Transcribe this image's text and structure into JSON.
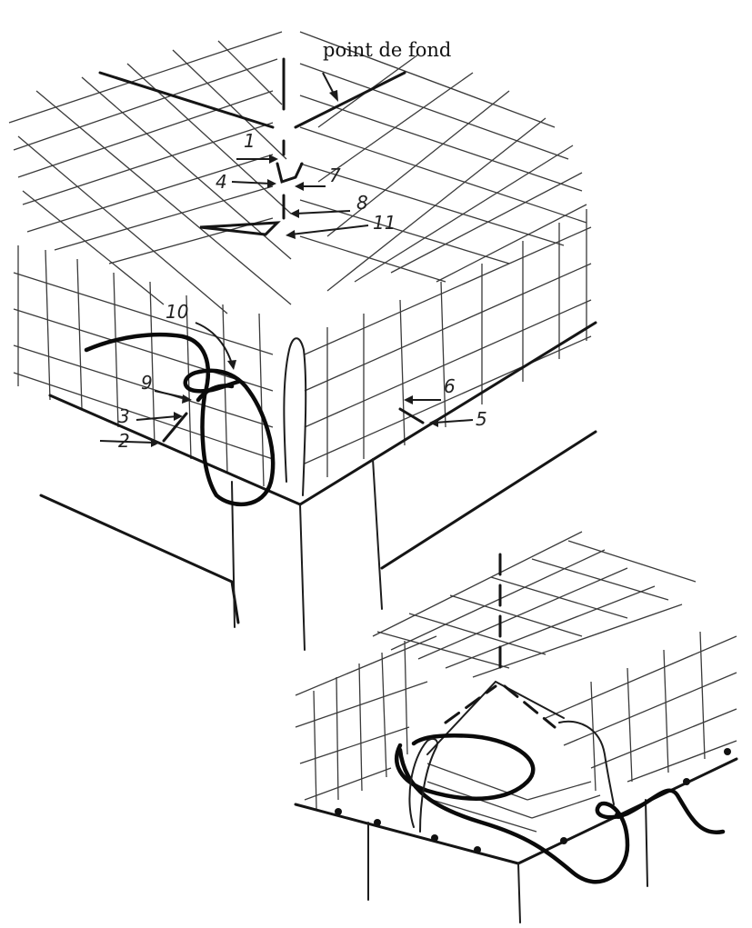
{
  "diagram": {
    "title": "point de fond",
    "labels": [
      {
        "id": "1",
        "text": "1"
      },
      {
        "id": "2",
        "text": "2"
      },
      {
        "id": "3",
        "text": "3"
      },
      {
        "id": "4",
        "text": "4"
      },
      {
        "id": "5",
        "text": "5"
      },
      {
        "id": "6",
        "text": "6"
      },
      {
        "id": "7",
        "text": "7"
      },
      {
        "id": "8",
        "text": "8"
      },
      {
        "id": "9",
        "text": "9"
      },
      {
        "id": "10",
        "text": "10"
      },
      {
        "id": "11",
        "text": "11"
      }
    ]
  }
}
